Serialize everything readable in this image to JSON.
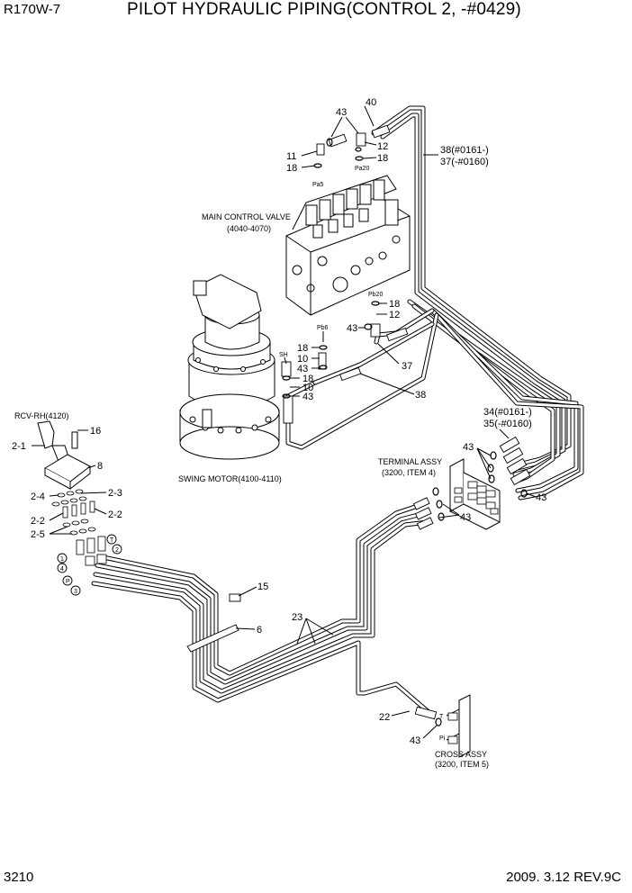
{
  "header": {
    "model": "R170W-7",
    "title": "PILOT HYDRAULIC PIPING(CONTROL 2, -#0429)"
  },
  "footer": {
    "page": "3210",
    "date_rev": "2009. 3.12  REV.9C"
  },
  "components": {
    "main_control_valve": {
      "name": "MAIN CONTROL VALVE",
      "ref": "(4040-4070)"
    },
    "swing_motor": {
      "name": "SWING MOTOR(4100-4110)"
    },
    "rcv": {
      "name": "RCV-RH(4120)"
    },
    "terminal_assy": {
      "name": "TERMINAL ASSY",
      "ref": "(3200, ITEM 4)"
    },
    "cross_assy": {
      "name": "CROSS ASSY",
      "ref": "(3200, ITEM 5)"
    }
  },
  "ports": {
    "pa5": "Pa5",
    "pa20": "Pa20",
    "pb20": "Pb20",
    "pb6": "Pb6",
    "sh": "SH",
    "t": "T",
    "p": "P",
    "pi": "Pi"
  },
  "callouts": {
    "c40": "40",
    "c43a": "43",
    "c11": "11",
    "c18a": "18",
    "c12a": "12",
    "c18b": "18",
    "c38_37": "38(#0161-)",
    "c37_38": "37(-#0160)",
    "c18c": "18",
    "c12b": "12",
    "c43b": "43",
    "c18d": "18",
    "c10a": "10",
    "c43c": "43",
    "c37": "37",
    "c18e": "18",
    "c10b": "10",
    "c43d": "43",
    "c38": "38",
    "c34": "34(#0161-)",
    "c35": "35(-#0160)",
    "c43e": "43",
    "c43f": "43",
    "c43g": "43",
    "c16": "16",
    "c2_1": "2-1",
    "c8": "8",
    "c2_4": "2-4",
    "c2_3": "2-3",
    "c2_2a": "2-2",
    "c2_2b": "2-2",
    "c2_5": "2-5",
    "c1": "1",
    "c4": "4",
    "cT": "T",
    "c2": "2",
    "cP": "P",
    "c3": "3",
    "c15": "15",
    "c6": "6",
    "c23": "23",
    "c22": "22",
    "c43h": "43"
  }
}
